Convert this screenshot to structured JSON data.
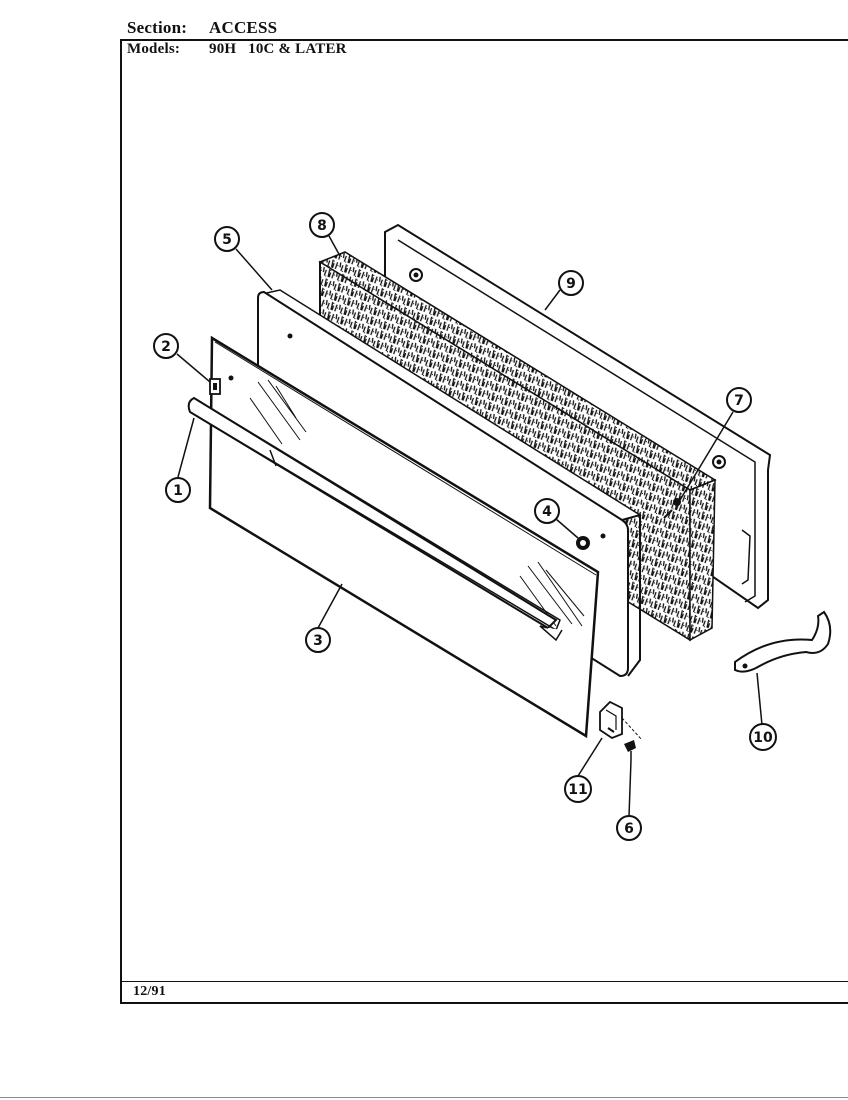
{
  "header": {
    "section_label": "Section:",
    "section_value": "ACCESS",
    "models_label": "Models:",
    "models_value": "90H   10C & LATER"
  },
  "footer": {
    "date": "12/91"
  },
  "callouts": [
    {
      "id": "callout-1",
      "label": "1"
    },
    {
      "id": "callout-2",
      "label": "2"
    },
    {
      "id": "callout-3",
      "label": "3"
    },
    {
      "id": "callout-4",
      "label": "4"
    },
    {
      "id": "callout-5",
      "label": "5"
    },
    {
      "id": "callout-8-top",
      "label": "8"
    },
    {
      "id": "callout-9",
      "label": "9"
    },
    {
      "id": "callout-7",
      "label": "7"
    },
    {
      "id": "callout-10",
      "label": "10"
    },
    {
      "id": "callout-11",
      "label": "11"
    },
    {
      "id": "callout-6",
      "label": "6"
    }
  ]
}
